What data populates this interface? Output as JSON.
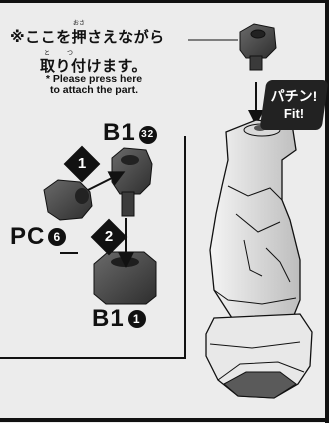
{
  "note": {
    "jp_line1": "※ここを押さえながら",
    "jp_line2": "取り付けます。",
    "furigana_osa": "おさ",
    "furigana_to": "と",
    "furigana_tsu": "つ",
    "en_line1": "* Please press here",
    "en_line2": "to attach the part."
  },
  "badge": {
    "line1": "パチン!",
    "line2": "Fit!"
  },
  "parts": {
    "b1_top": {
      "prefix": "B1",
      "number": "32"
    },
    "pc": {
      "prefix": "PC",
      "number": "6"
    },
    "b1_bottom": {
      "prefix": "B1",
      "number": "1"
    }
  },
  "steps": {
    "step1": "1",
    "step2": "2"
  }
}
